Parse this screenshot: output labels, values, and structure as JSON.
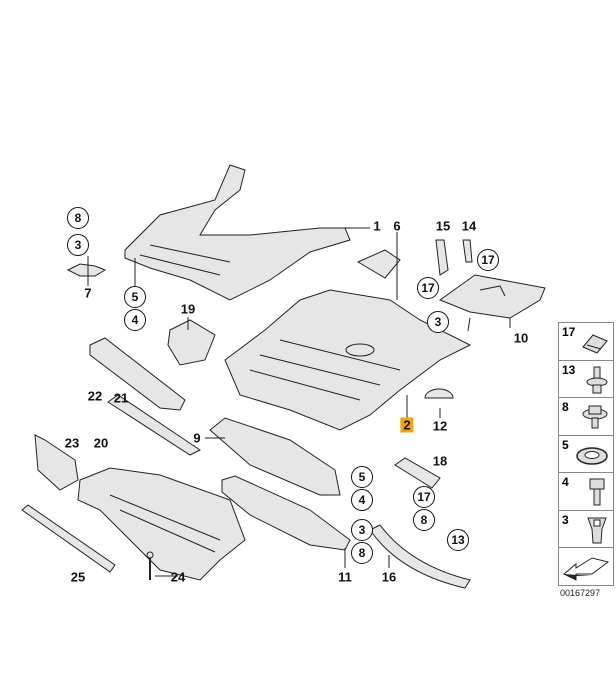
{
  "diagram": {
    "callouts_plain": [
      "1",
      "6",
      "15",
      "14",
      "7",
      "19",
      "10",
      "22",
      "21",
      "12",
      "2",
      "9",
      "18",
      "23",
      "20",
      "25",
      "24",
      "11",
      "16"
    ],
    "callouts_circled": [
      "8",
      "3",
      "5",
      "4",
      "17",
      "17",
      "3",
      "5",
      "4",
      "3",
      "8",
      "17",
      "8",
      "13"
    ],
    "highlighted_part": "2",
    "highlight_color": "#f4a300"
  },
  "legend": {
    "items": [
      {
        "number": "17",
        "icon": "clip-nut-icon"
      },
      {
        "number": "13",
        "icon": "expanding-rivet-icon"
      },
      {
        "number": "8",
        "icon": "collar-nut-icon"
      },
      {
        "number": "5",
        "icon": "washer-icon"
      },
      {
        "number": "4",
        "icon": "hex-bolt-icon"
      },
      {
        "number": "3",
        "icon": "expanding-nut-icon"
      }
    ],
    "direction_icon": "front-direction-arrow-icon"
  },
  "doc_number": "00167297"
}
